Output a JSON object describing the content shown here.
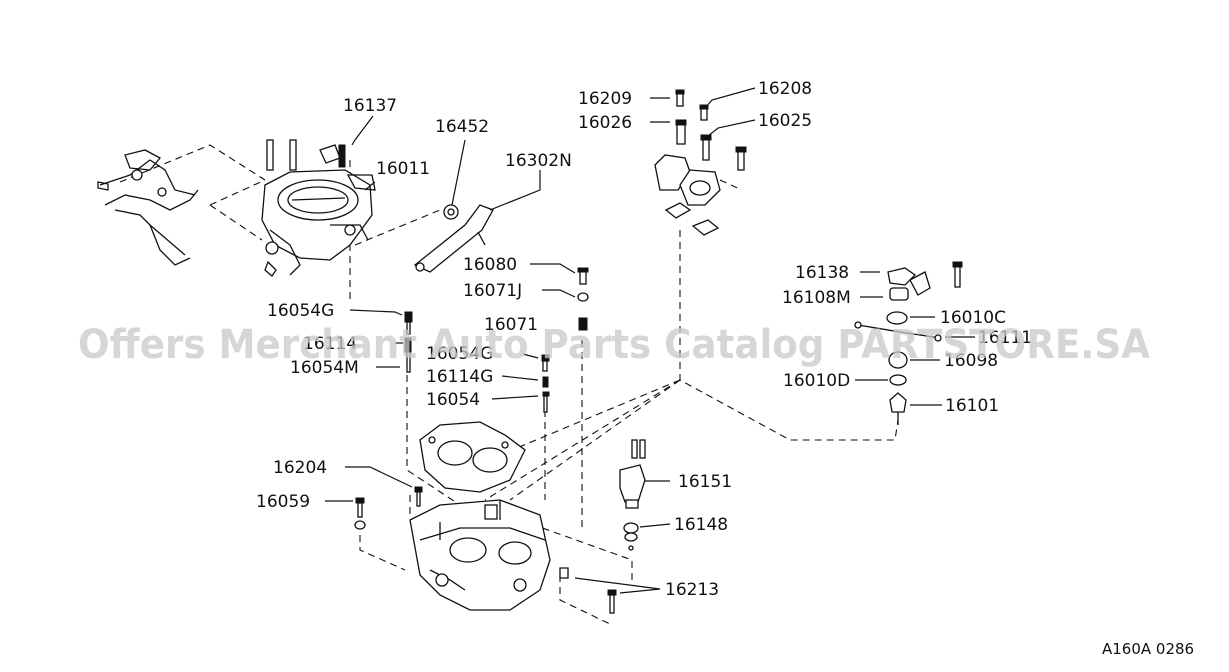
{
  "parts": {
    "p16137": "16137",
    "p16452": "16452",
    "p16011": "16011",
    "p16302N": "16302N",
    "p16209": "16209",
    "p16208": "16208",
    "p16026": "16026",
    "p16025": "16025",
    "p16080": "16080",
    "p16071J": "16071J",
    "p16071": "16071",
    "p16054G_a": "16054G",
    "p16114_a": "16114",
    "p16054M": "16054M",
    "p16054G_b": "16054G",
    "p16114G": "16114G",
    "p16054": "16054",
    "p16138": "16138",
    "p16108M": "16108M",
    "p16010C": "16010C",
    "p16111": "16111",
    "p16098": "16098",
    "p16010D": "16010D",
    "p16101": "16101",
    "p16204": "16204",
    "p16059": "16059",
    "p16151": "16151",
    "p16148": "16148",
    "p16213": "16213"
  },
  "watermark": "Offers Merchant Auto Parts Catalog PARTSTORE.SA",
  "diagram_code": "A160A 0286"
}
